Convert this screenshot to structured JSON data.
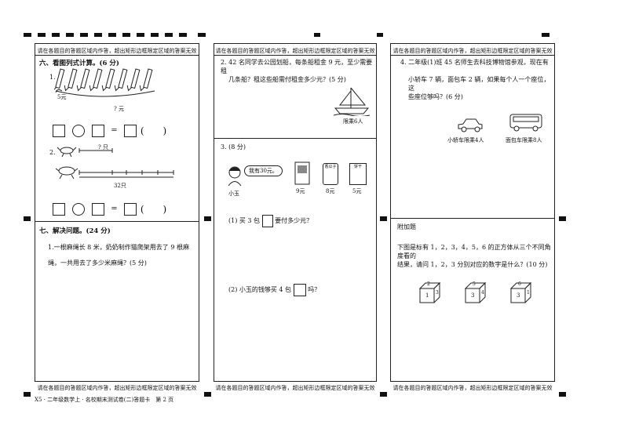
{
  "notice_top": "请在各题目的答题区域内作答，超出矩形边框限定区域的答案无效",
  "notice_bottom": "请在各题目的答题区域内作答，超出矩形边框限定区域的答案无效",
  "footer": "X5 · 二年级数学上 · 名校期末测试卷(二)答题卡　第 2 页",
  "col1": {
    "section6_title": "六、看图列式计算。(6 分)",
    "q1_num": "1.",
    "q1_price": "5元",
    "q1_question": "? 元",
    "q2_num": "2.",
    "q2_question": "? 只",
    "q2_total": "32只",
    "section7_title": "七、解决问题。(24 分)",
    "q7_1_line1": "1.一根麻绳长 8 米，奶奶制作猫爬架用去了 9 根麻",
    "q7_1_line2": "绳，一共用去了多少米麻绳？(5 分)"
  },
  "col2": {
    "q2_line1": "2. 42 名同学去公园划船，每条船租金 9 元，至少需要租",
    "q2_line2": "几条船？租这些船需付租金多少元？(5 分)",
    "boat_caption": "限乘6人",
    "q3_title": "3. (8 分)",
    "speech": "我有30元。",
    "girl_name": "小玉",
    "item_label_3": "香瓜子",
    "item_label_4": "饼干",
    "prices": [
      "9元",
      "8元",
      "5元"
    ],
    "sub1": "(1) 买 3 包",
    "sub1_end": "要付多少元？",
    "sub2": "(2) 小玉的钱够买 4 包",
    "sub2_end": "吗？"
  },
  "col3": {
    "q4_line1": "4. 二年级(1)班 45 名师生去科技博物馆参观，现在有",
    "q4_line2": "小轿车 7 辆，面包车 2 辆，如果每个人一个座位，这",
    "q4_line3": "些座位够吗？(6 分)",
    "car_caption": "小轿车限乘4人",
    "van_caption": "面包车限乘8人",
    "extra_title": "附加题",
    "extra_line1": "下图是标有 1，2，3，4，5，6 的正方体从三个不同角度看的",
    "extra_line2": "结果，请问 1，2，3 分别对应的数字是什么？(10 分)",
    "cubes": [
      {
        "top": "2",
        "front": "1",
        "side": "3"
      },
      {
        "top": "5",
        "front": "3",
        "side": "4"
      },
      {
        "top": "6",
        "front": "3",
        "side": "1"
      }
    ]
  }
}
